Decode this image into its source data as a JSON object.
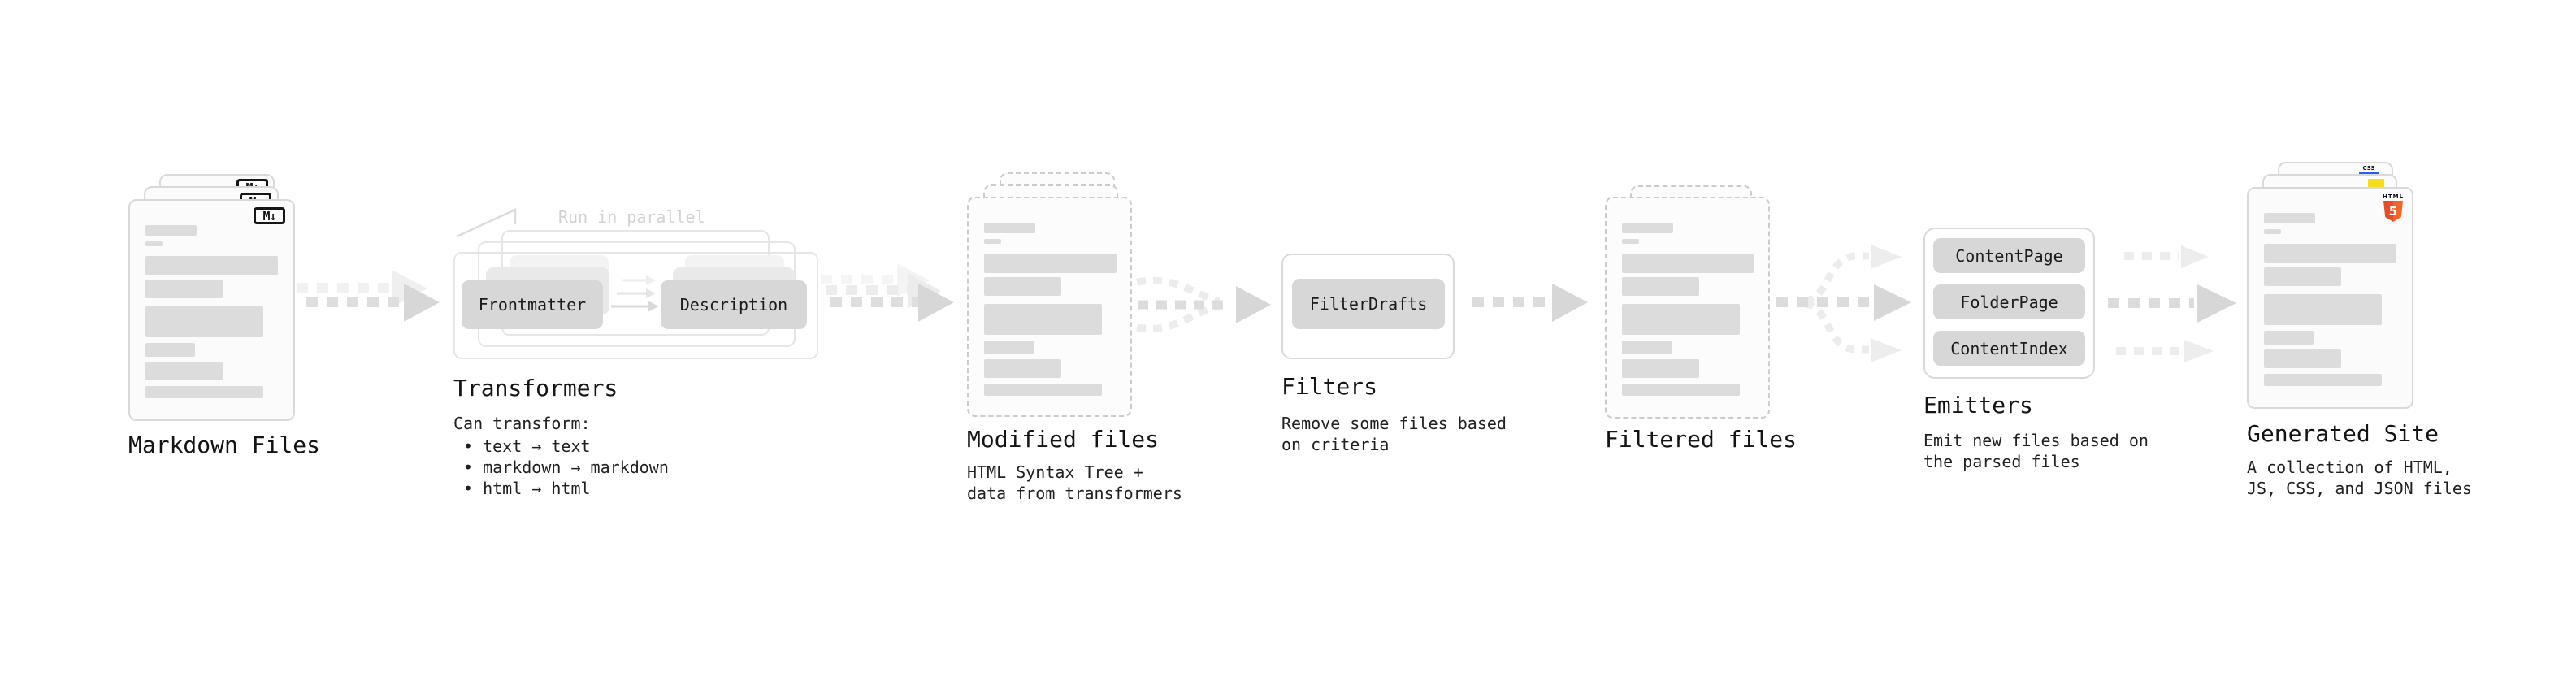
{
  "palette": {
    "background": "#ffffff",
    "card_border": "#d9d9d9",
    "dashed_border": "#cbcbcb",
    "outline_border": "#e6e6e6",
    "skeleton_bar": "#dcdcdc",
    "node_fill": "#d7d7d7",
    "node_ghost_fill": "#e9e9e9",
    "arrow_gray": "#d9d9d9",
    "arrow_light_gray": "#ededed",
    "text_dark": "#141414",
    "annotation_gray": "#d2d2d2",
    "html5_orange": "#e44d26",
    "js_yellow": "#f5de19",
    "css_blue": "#2862e9"
  },
  "stages": {
    "markdown": {
      "title": "Markdown Files",
      "badge": "M↓",
      "icon": "markdown-icon"
    },
    "transformers": {
      "title": "Transformers",
      "annotation": "Run in parallel",
      "nodes": [
        "Frontmatter",
        "Description"
      ],
      "note_title": "Can transform:",
      "notes": [
        "• text → text",
        "• markdown → markdown",
        "• html → html"
      ]
    },
    "modified": {
      "title": "Modified files",
      "subtitle_lines": [
        "HTML Syntax Tree +",
        "data from transformers"
      ]
    },
    "filters": {
      "title": "Filters",
      "nodes": [
        "FilterDrafts"
      ],
      "subtitle_lines": [
        "Remove some files based",
        "on criteria"
      ]
    },
    "filtered": {
      "title": "Filtered files"
    },
    "emitters": {
      "title": "Emitters",
      "nodes": [
        "ContentPage",
        "FolderPage",
        "ContentIndex"
      ],
      "subtitle_lines": [
        "Emit new files based on",
        "the parsed files"
      ]
    },
    "generated": {
      "title": "Generated Site",
      "subtitle_lines": [
        "A collection of HTML,",
        "JS, CSS, and JSON files"
      ],
      "badges": {
        "html_word": "HTML",
        "html_num": "5",
        "css_word": "CSS"
      }
    }
  }
}
